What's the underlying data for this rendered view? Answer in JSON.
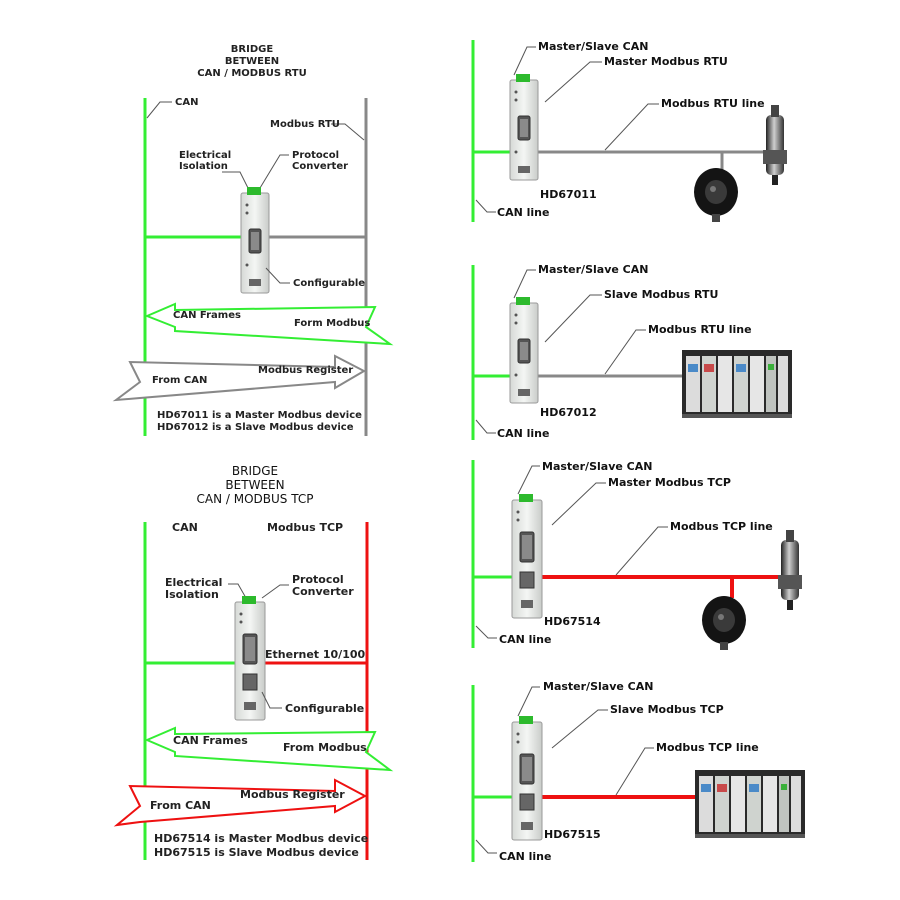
{
  "colors": {
    "can": "#33ee33",
    "modbus_rtu": "#888888",
    "modbus_tcp": "#ee1111",
    "leader": "#555555"
  },
  "rtu_bridge": {
    "title": [
      "BRIDGE",
      "BETWEEN",
      "CAN / MODBUS RTU"
    ],
    "can_label": "CAN",
    "modbus_label": "Modbus RTU",
    "iso_label": [
      "Electrical",
      "Isolation"
    ],
    "conv_label": [
      "Protocol",
      "Converter"
    ],
    "configurable": "Configurable",
    "arrow_left_a": "CAN Frames",
    "arrow_left_b": "Form Modbus",
    "arrow_right_a": "From CAN",
    "arrow_right_b": "Modbus Register",
    "note1": "HD67011 is a Master Modbus device",
    "note2": "HD67012 is a Slave Modbus device"
  },
  "tcp_bridge": {
    "title": [
      "BRIDGE",
      "BETWEEN",
      "CAN / MODBUS TCP"
    ],
    "can_label": "CAN",
    "modbus_label": "Modbus TCP",
    "iso_label": [
      "Electrical",
      "Isolation"
    ],
    "conv_label": [
      "Protocol",
      "Converter"
    ],
    "ethernet": "Ethernet 10/100",
    "configurable": "Configurable",
    "arrow_left_a": "CAN Frames",
    "arrow_left_b": "From Modbus",
    "arrow_right_a": "From CAN",
    "arrow_right_b": "Modbus Register",
    "note1": "HD67514 is Master Modbus device",
    "note2": "HD67515 is Slave Modbus device"
  },
  "panels": [
    {
      "top": "Master/Slave CAN",
      "role": "Master Modbus RTU",
      "line": "Modbus RTU line",
      "model": "HD67011",
      "can_line": "CAN line"
    },
    {
      "top": "Master/Slave CAN",
      "role": "Slave Modbus RTU",
      "line": "Modbus RTU line",
      "model": "HD67012",
      "can_line": "CAN line"
    },
    {
      "top": "Master/Slave CAN",
      "role": "Master Modbus TCP",
      "line": "Modbus TCP line",
      "model": "HD67514",
      "can_line": "CAN line"
    },
    {
      "top": "Master/Slave CAN",
      "role": "Slave Modbus TCP",
      "line": "Modbus TCP line",
      "model": "HD67515",
      "can_line": "CAN line"
    }
  ]
}
